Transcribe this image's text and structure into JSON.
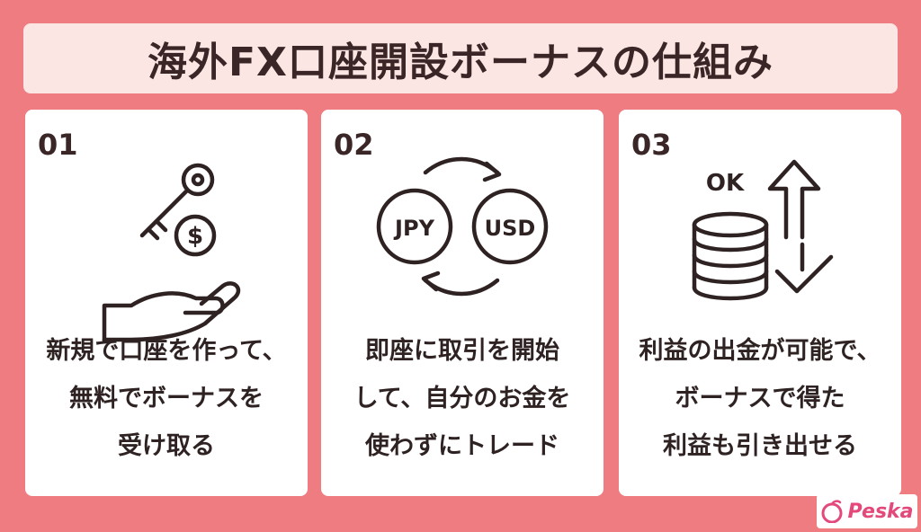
{
  "title": "海外FX口座開設ボーナスの仕組み",
  "cards": [
    {
      "number": "01",
      "lines": [
        "新規で口座を作って、",
        "無料でボーナスを",
        "受け取る"
      ],
      "icon": "key-coin-hand-icon"
    },
    {
      "number": "02",
      "lines": [
        "即座に取引を開始",
        "して、自分のお金を",
        "使わずにトレード"
      ],
      "icon": "currency-exchange-icon",
      "currency_left": "JPY",
      "currency_right": "USD"
    },
    {
      "number": "03",
      "lines": [
        "利益の出金が可能で、",
        "ボーナスで得た",
        "利益も引き出せる"
      ],
      "icon": "coins-withdraw-icon",
      "ok_label": "OK"
    }
  ],
  "logo": {
    "text": "Peska"
  },
  "colors": {
    "background": "#ef7c80",
    "title_bg": "#fce6e4",
    "card_bg": "#ffffff",
    "text": "#2e2222",
    "logo": "#e3497a"
  }
}
